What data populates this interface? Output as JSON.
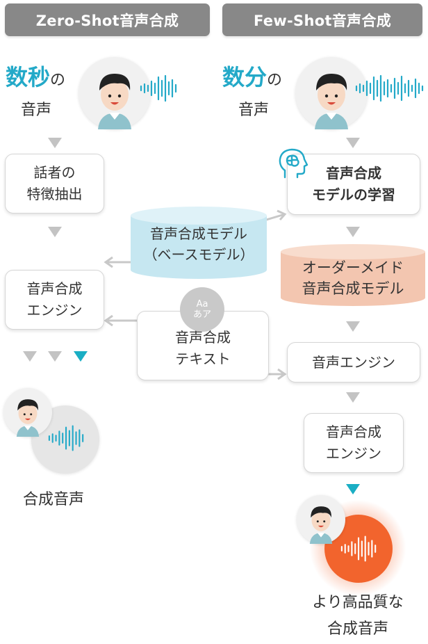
{
  "left_header": "Zero-Shot音声合成",
  "right_header": "Few-Shot音声合成",
  "left_input": {
    "big": "数秒",
    "suffix": "の",
    "line2": "音声"
  },
  "right_input": {
    "big": "数分",
    "suffix": "の",
    "line2": "音声"
  },
  "left_boxes": {
    "speaker_feature": [
      "話者の",
      "特徴抽出"
    ],
    "engine": [
      "音声合成",
      "エンジン"
    ]
  },
  "left_output_label": "合成音声",
  "center": {
    "base_model": [
      "音声合成モデル",
      "（ベースモデル）"
    ],
    "text_badge_line1": "Aa",
    "text_badge_line2": "あア",
    "text_box": [
      "音声合成",
      "テキスト"
    ]
  },
  "right_boxes": {
    "training": [
      "音声合成",
      "モデルの学習"
    ],
    "custom_model": [
      "オーダーメイド",
      "音声合成モデル"
    ],
    "voice_engine": "音声エンジン",
    "synth_engine": [
      "音声合成",
      "エンジン"
    ]
  },
  "right_output_label": [
    "より高品質な",
    "合成音声"
  ],
  "icons": [
    "person-avatar-icon",
    "sound-wave-icon",
    "brain-head-icon",
    "down-triangle-icon",
    "arrow-icon"
  ],
  "colors": {
    "header_bg": "#888888",
    "accent_teal": "#23a9c8",
    "custom_model_fill": "#f3c6b0",
    "base_model_fill": "#c6e7f1",
    "output_orange": "#f2642d",
    "triangle_gray": "#c3c3c3"
  }
}
